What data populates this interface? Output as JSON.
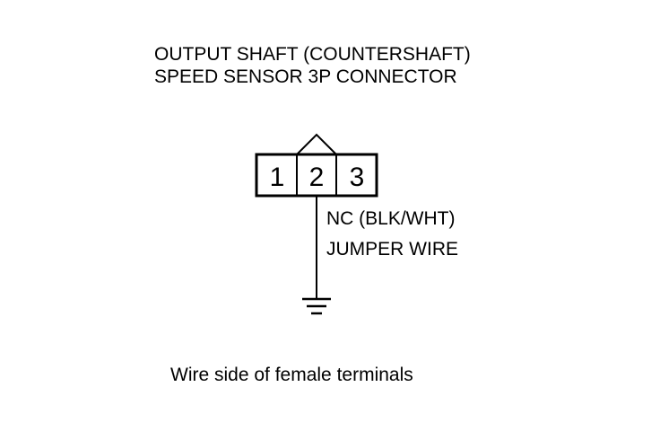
{
  "title": {
    "line1": "OUTPUT SHAFT (COUNTERSHAFT)",
    "line2": "SPEED SENSOR 3P CONNECTOR"
  },
  "connector": {
    "pins": [
      "1",
      "2",
      "3"
    ]
  },
  "wire": {
    "label": "NC (BLK/WHT)",
    "type_label": "JUMPER WIRE"
  },
  "caption": "Wire side of female terminals",
  "icons": {
    "ground": "ground-symbol-icon",
    "locking_tab": "connector-lock-tab-icon"
  }
}
